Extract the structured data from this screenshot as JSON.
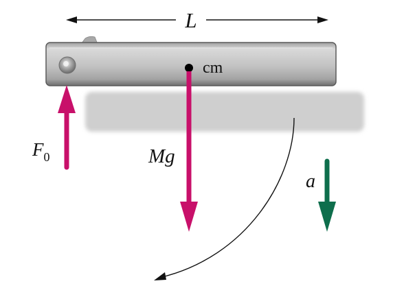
{
  "diagram": {
    "length_label": "L",
    "cm_label": "cm",
    "force_pivot": {
      "label": "F",
      "subscript": "0"
    },
    "weight_label": "Mg",
    "accel_label": "a"
  },
  "colors": {
    "force_arrow": "#C8106A",
    "accel_arrow": "#0E6E4C",
    "rod_body": "#B4B4B4",
    "rod_shadow": "#D6D6D6",
    "text": "#111111"
  }
}
